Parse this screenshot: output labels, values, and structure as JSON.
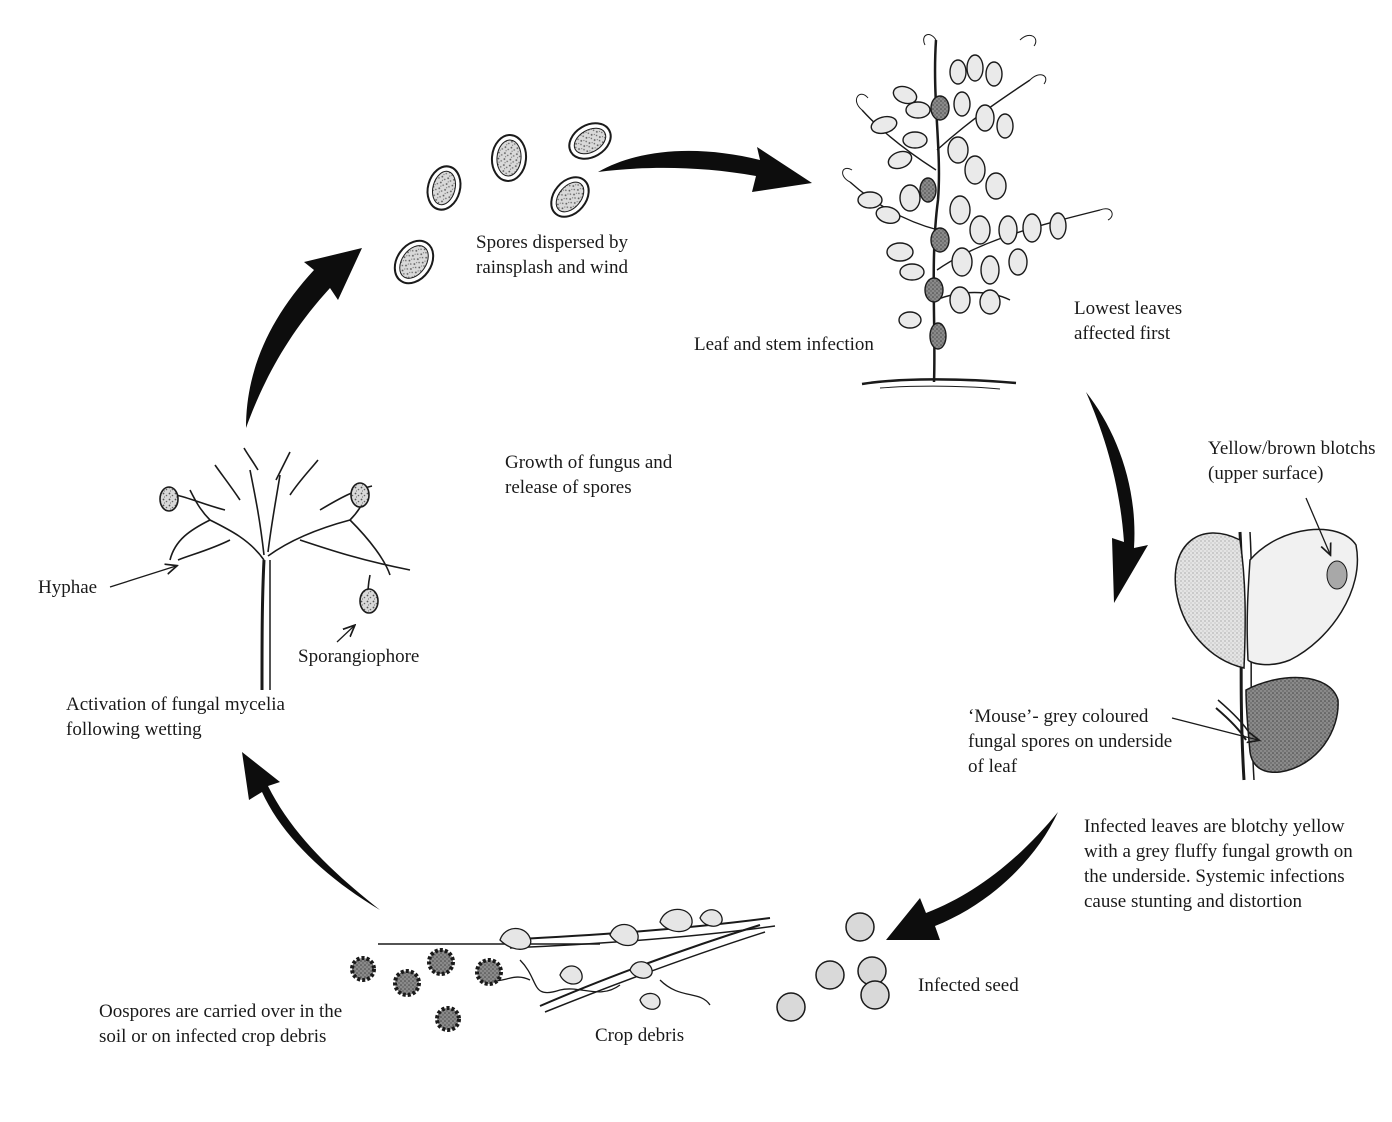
{
  "labels": {
    "spores_dispersed": "Spores dispersed by\nrainsplash and wind",
    "leaf_stem_infection": "Leaf and stem infection",
    "lowest_leaves": "Lowest leaves\naffected first",
    "growth_of_fungus": "Growth of fungus and\nrelease of spores",
    "yellow_brown_blotchs": "Yellow/brown blotchs\n(upper surface)",
    "mouse_grey": "‘Mouse’- grey coloured\nfungal spores on underside\nof leaf",
    "infected_leaves": "Infected leaves are blotchy yellow\nwith a grey fluffy fungal growth on\nthe underside. Systemic infections\ncause stunting and distortion",
    "infected_seed": "Infected seed",
    "crop_debris": "Crop debris",
    "oospores": "Oospores are carried over in the\nsoil or on infected crop debris",
    "activation": "Activation of fungal mycelia\nfollowing wetting",
    "hyphae": "Hyphae",
    "sporangiophore": "Sporangiophore"
  },
  "colors": {
    "ink": "#1a1a1a",
    "leaf_fill": "#e9e9e9",
    "spore_fill": "#bfbfbf",
    "seed_fill": "#d6d6d6",
    "blotch_fill": "#9a9a9a"
  }
}
